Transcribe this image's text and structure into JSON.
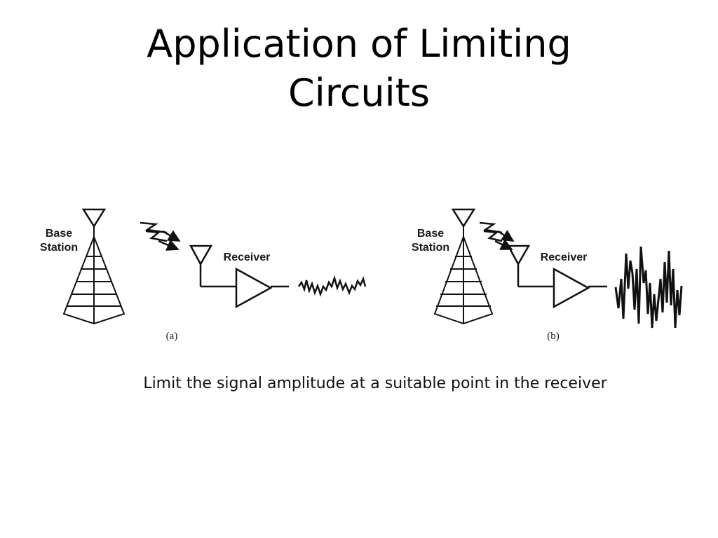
{
  "slide": {
    "title_line1": "Application of Limiting",
    "title_line2": "Circuits",
    "caption": "Limit the signal amplitude at a suitable point in the receiver"
  },
  "diagram": {
    "panels": [
      {
        "base_label_line1": "Base",
        "base_label_line2": "Station",
        "receiver_label": "Receiver",
        "sublabel": "(a)",
        "output": "small-noisy-signal"
      },
      {
        "base_label_line1": "Base",
        "base_label_line2": "Station",
        "receiver_label": "Receiver",
        "sublabel": "(b)",
        "output": "large-noisy-signal"
      }
    ]
  }
}
